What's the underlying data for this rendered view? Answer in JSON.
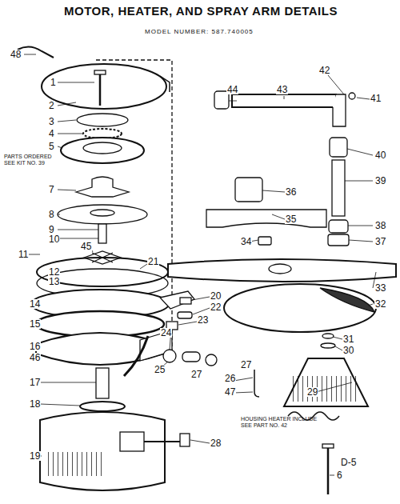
{
  "diagram": {
    "title": "MOTOR, HEATER, AND SPRAY ARM DETAILS",
    "labels": [
      "MODEL NUMBER: 587.740005",
      "48",
      "1",
      "2",
      "3",
      "4",
      "5",
      "PARTS ORDERED SEE KIT NO. 39",
      "7",
      "8",
      "9",
      "10",
      "11",
      "45",
      "12",
      "13",
      "21",
      "14",
      "20",
      "22",
      "23",
      "24",
      "15",
      "16",
      "46",
      "17",
      "18",
      "19",
      "28",
      "25",
      "27",
      "27",
      "26",
      "47",
      "29",
      "44",
      "43",
      "42",
      "41",
      "40",
      "39",
      "36",
      "35",
      "38",
      "37",
      "34",
      "33",
      "32",
      "31",
      "30",
      "HOUSING HEATER INCLUDE SEE PART NO. 42",
      "D-5",
      "6"
    ]
  }
}
